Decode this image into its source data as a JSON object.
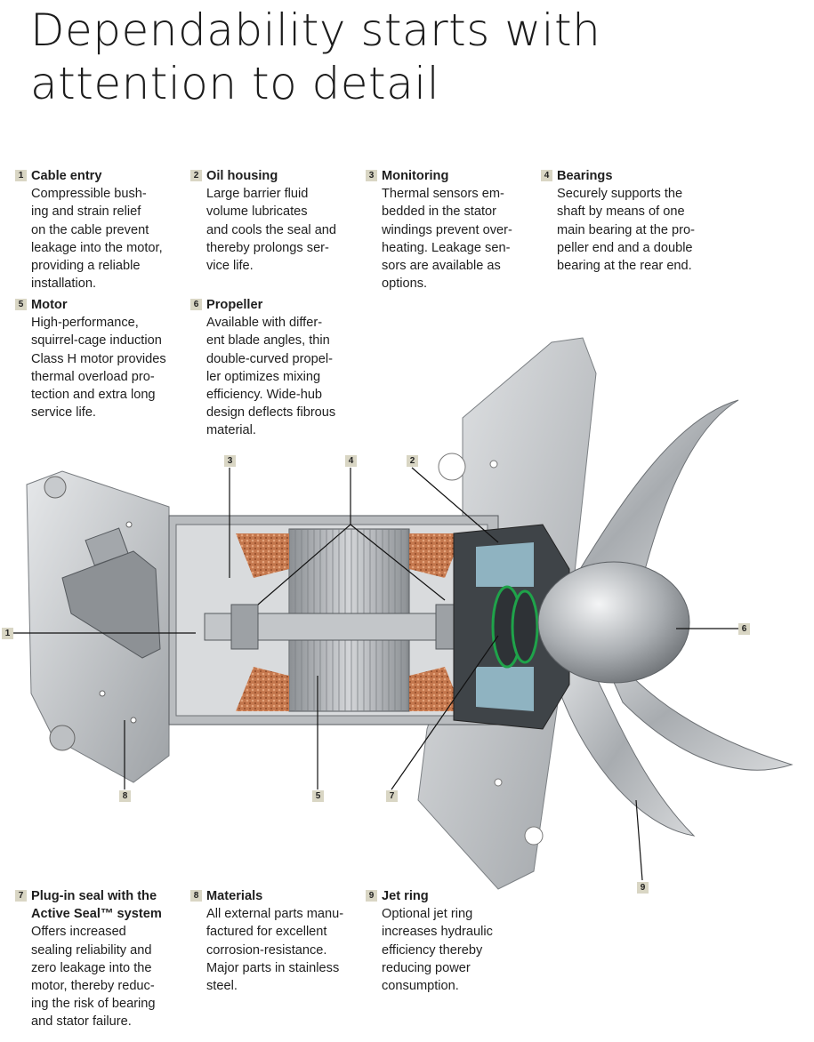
{
  "title": [
    "Dependability starts with",
    "attention to detail"
  ],
  "features": [
    {
      "num": "1",
      "title": [
        "Cable entry"
      ],
      "lines": [
        "Compressible bush-",
        "ing and strain relief",
        "on the cable prevent",
        "leakage into the motor,",
        "providing a reliable",
        "installation."
      ]
    },
    {
      "num": "2",
      "title": [
        "Oil housing"
      ],
      "lines": [
        "Large barrier fluid",
        "volume  lubricates",
        "and cools the seal and",
        "thereby prolongs ser-",
        "vice life."
      ]
    },
    {
      "num": "3",
      "title": [
        "Monitoring"
      ],
      "lines": [
        "Thermal sensors em-",
        "bedded in the stator",
        "windings prevent over-",
        "heating. Leakage sen-",
        "sors are available as",
        "options."
      ]
    },
    {
      "num": "4",
      "title": [
        "Bearings"
      ],
      "lines": [
        "Securely supports the",
        "shaft by means of one",
        "main bearing at the pro-",
        "peller end and a double",
        "bearing at the rear end."
      ]
    },
    {
      "num": "5",
      "title": [
        "Motor"
      ],
      "lines": [
        "High-performance,",
        "squirrel-cage induction",
        "Class H motor provides",
        "thermal overload pro-",
        "tection and extra long",
        "service life."
      ]
    },
    {
      "num": "6",
      "title": [
        "Propeller"
      ],
      "lines": [
        "Available with differ-",
        "ent blade angles, thin",
        "double-curved propel-",
        "ler optimizes mixing",
        "efficiency. Wide-hub",
        "design deflects fibrous",
        "material."
      ]
    },
    {
      "num": "7",
      "title": [
        "Plug-in seal with the",
        "Active Seal™ system"
      ],
      "lines": [
        "Offers increased",
        "sealing reliability and",
        "zero leakage into the",
        "motor, thereby reduc-",
        "ing the risk of bearing",
        "and stator failure."
      ]
    },
    {
      "num": "8",
      "title": [
        "Materials"
      ],
      "lines": [
        "All external parts manu-",
        "factured for excellent",
        "corrosion-resistance.",
        "Major parts in stainless",
        "steel."
      ]
    },
    {
      "num": "9",
      "title": [
        "Jet ring"
      ],
      "lines": [
        "Optional jet ring",
        "increases hydraulic",
        "efficiency thereby",
        "reducing power",
        "consumption."
      ]
    }
  ],
  "callouts": [
    "3",
    "4",
    "2",
    "1",
    "6",
    "8",
    "5",
    "7",
    "9"
  ],
  "colors": {
    "badge": "#d9d6c4",
    "text": "#1e1e1e",
    "steel": "#b9bcbf",
    "copper": "#c4774d"
  }
}
